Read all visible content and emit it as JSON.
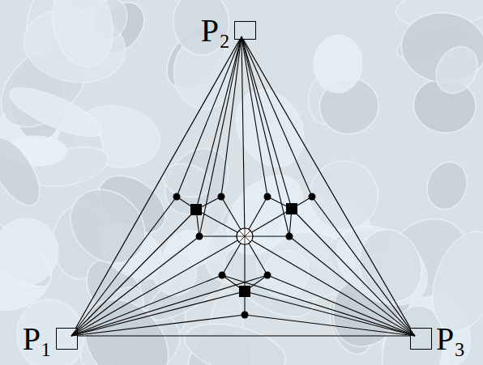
{
  "diagram": {
    "nodes": [
      {
        "text": [
          "P₂"
        ]
      },
      {
        "text": [
          "P₁"
        ]
      },
      {
        "text": [
          "P₃"
        ]
      }
    ],
    "edges": [
      {
        "from": 0,
        "to": 1,
        "arrow": "none"
      },
      {
        "from": 0,
        "to": 2,
        "arrow": "none"
      },
      {
        "from": 1,
        "to": 2,
        "arrow": "none"
      }
    ]
  }
}
